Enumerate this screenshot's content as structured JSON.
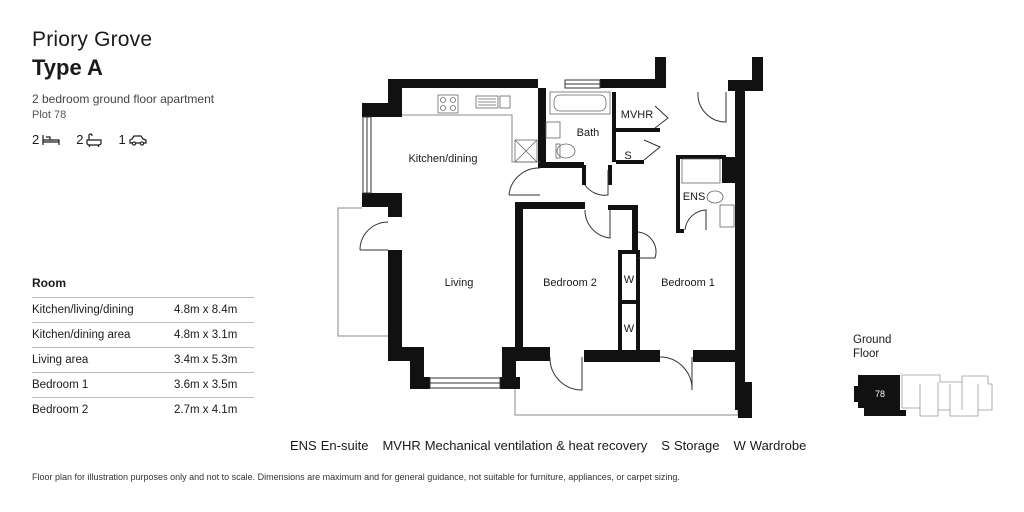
{
  "header": {
    "development": "Priory Grove",
    "type": "Type A",
    "description": "2 bedroom ground floor apartment",
    "plot": "Plot 78"
  },
  "specs": {
    "bedrooms": "2",
    "bathrooms": "2",
    "parking": "1",
    "icons": [
      "bed-icon",
      "bath-icon",
      "car-icon"
    ]
  },
  "room_table": {
    "heading": "Room",
    "rows": [
      {
        "name": "Kitchen/living/dining",
        "dims": "4.8m x 8.4m"
      },
      {
        "name": "Kitchen/dining area",
        "dims": "4.8m x 3.1m"
      },
      {
        "name": "Living area",
        "dims": "3.4m x 5.3m"
      },
      {
        "name": "Bedroom 1",
        "dims": "3.6m x 3.5m"
      },
      {
        "name": "Bedroom 2",
        "dims": "2.7m x 4.1m"
      }
    ]
  },
  "plan_labels": {
    "kitchen": "Kitchen/dining",
    "bath": "Bath",
    "mvhr": "MVHR",
    "storage": "S",
    "ens": "ENS",
    "living": "Living",
    "bedroom2": "Bedroom 2",
    "bedroom1": "Bedroom 1",
    "wardrobe1": "W",
    "wardrobe2": "W"
  },
  "legend": [
    {
      "code": "ENS",
      "text": "En-suite"
    },
    {
      "code": "MVHR",
      "text": "Mechanical ventilation & heat recovery"
    },
    {
      "code": "S",
      "text": "Storage"
    },
    {
      "code": "W",
      "text": "Wardrobe"
    }
  ],
  "disclaimer": "Floor plan for illustration purposes only and not to scale. Dimensions are maximum and for general guidance, not suitable for furniture, appliances, or carpet sizing.",
  "keyplan": {
    "floor_line1": "Ground",
    "floor_line2": "Floor",
    "plot_number": "78"
  },
  "colors": {
    "wall": "#111111",
    "text": "#1a1a1a",
    "rule": "#bdbdbd",
    "keyplan_outline": "#9a9a9a"
  }
}
